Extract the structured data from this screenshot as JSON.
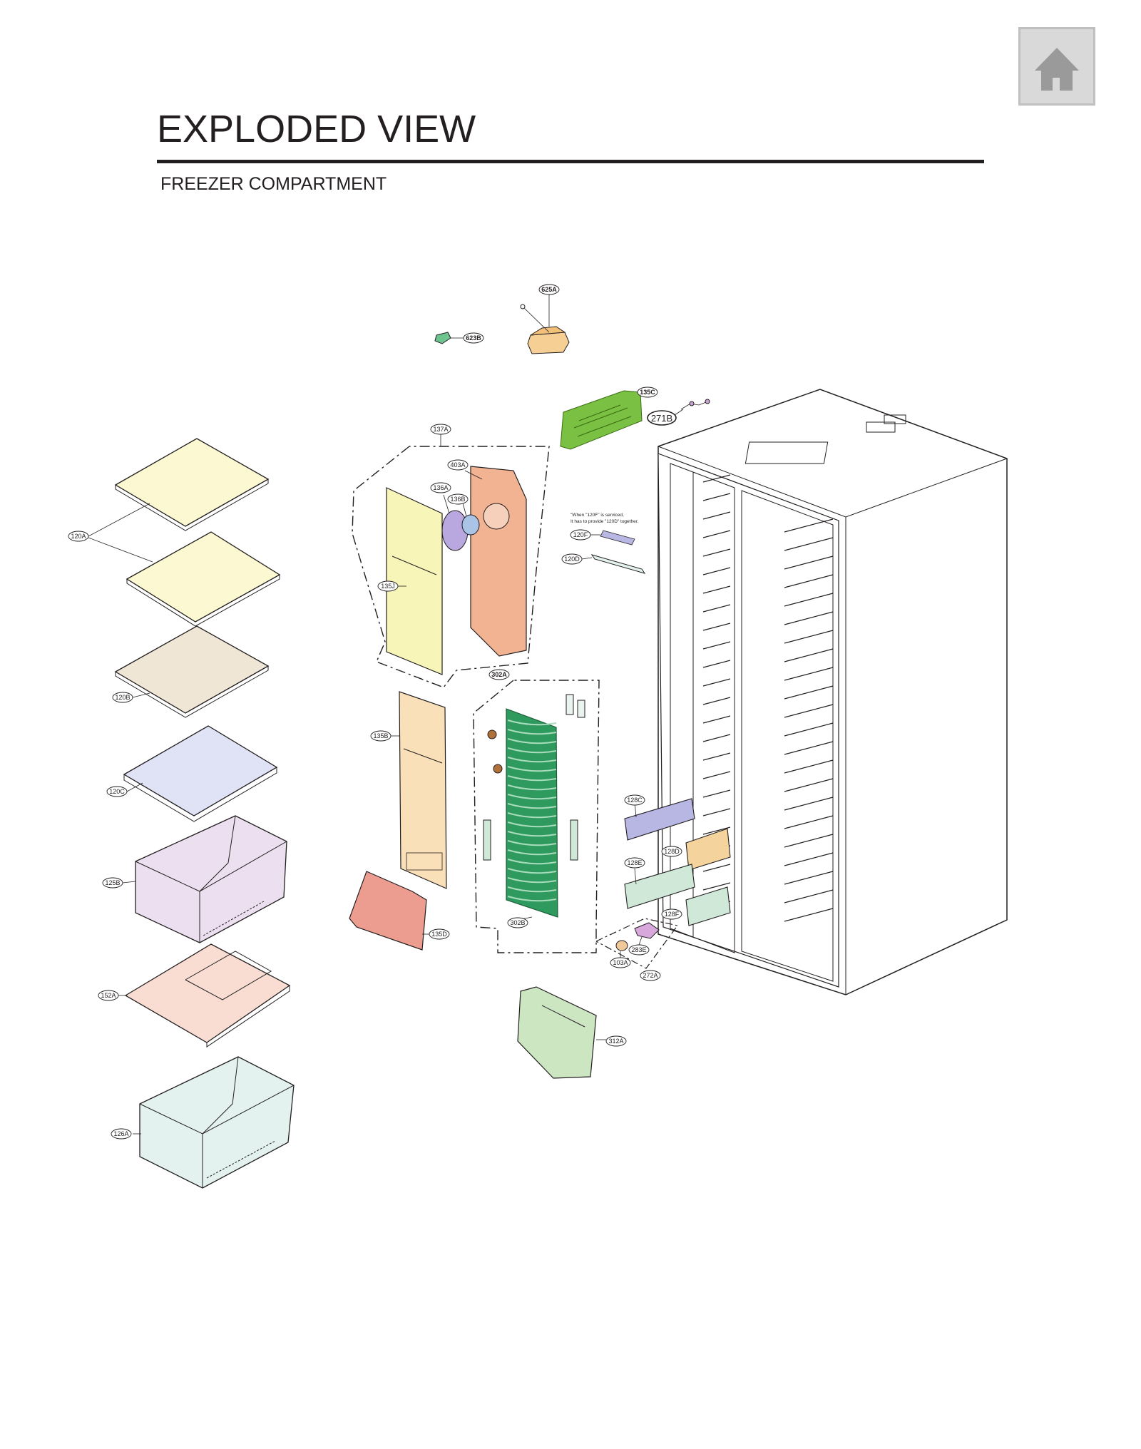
{
  "header": {
    "title": "EXPLODED VIEW",
    "subtitle": "FREEZER COMPARTMENT"
  },
  "home_button": {
    "icon": "home-icon"
  },
  "colors": {
    "shelf_yellow": "#fbf8d2",
    "shelf_tan": "#efe6d6",
    "shelf_blue": "#dfe3f5",
    "bin_purple": "#ece0f0",
    "cover_pink": "#f9ddd2",
    "bin_green": "#e3f2ee",
    "fan_cover_yellow": "#f8f5b8",
    "shroud_orange": "#f2b393",
    "duct_tan": "#fae0b8",
    "duct_red": "#ec9d8f",
    "evap_green": "#2f9a5e",
    "housing_green": "#cbe6c0",
    "rail_purple": "#b8b6e3",
    "rail_green": "#cfe8d8",
    "rail_tan": "#f5d39c",
    "panel_green": "#7ac143"
  },
  "note": {
    "line1": "\"When \"120F\" is serviced,",
    "line2": "It has to provide \"120D\" together."
  },
  "parts": {
    "p625A": "625A",
    "p623B": "623B",
    "p135C": "135C",
    "p271B": "271B",
    "p137A": "137A",
    "p403A": "403A",
    "p136A": "136A",
    "p136B": "136B",
    "p120F": "120F",
    "p120D": "120D",
    "p135J": "135J",
    "p120A": "120A",
    "p120B": "120B",
    "p120C": "120C",
    "p125B": "125B",
    "p152A": "152A",
    "p126A": "126A",
    "p302A": "302A",
    "p302B": "302B",
    "p135B": "135B",
    "p135D": "135D",
    "p128C": "128C",
    "p128D": "128D",
    "p128E": "128E",
    "p128F": "128F",
    "p283E": "283E",
    "p103A": "103A",
    "p272A": "272A",
    "p312A": "312A"
  }
}
